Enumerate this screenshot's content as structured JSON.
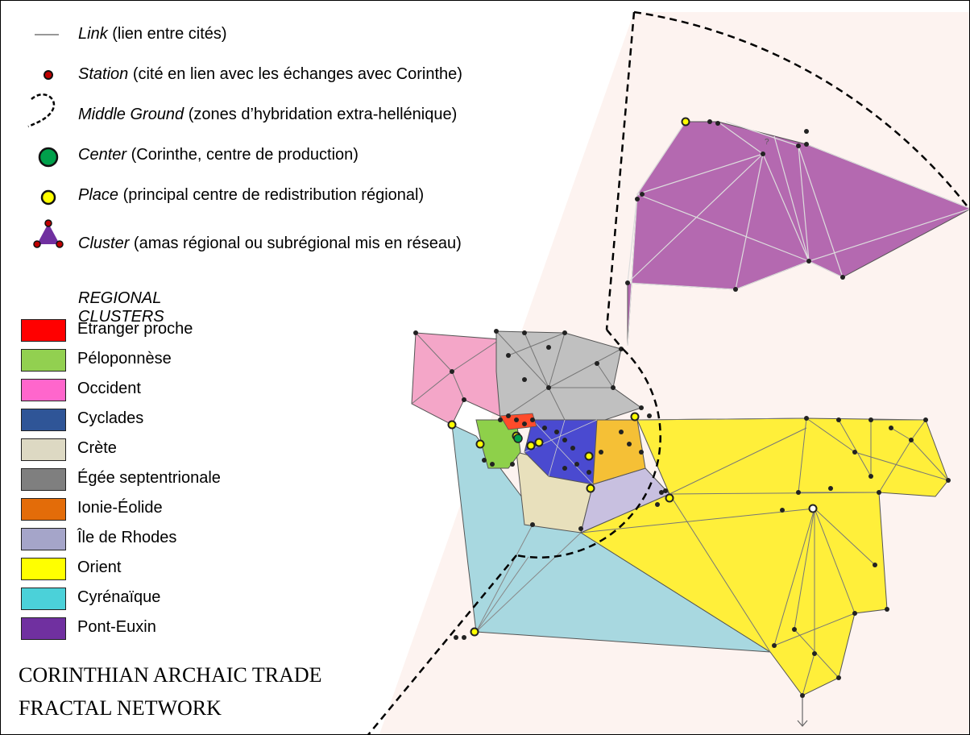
{
  "legend_symbols": [
    {
      "key": "link",
      "term": "Link",
      "desc": " (lien entre cités)"
    },
    {
      "key": "station",
      "term": "Station",
      "desc": " (cité en lien avec les échanges avec Corinthe)"
    },
    {
      "key": "middle_ground",
      "term": "Middle Ground",
      "desc": " (zones d’hybridation extra-hellénique)"
    },
    {
      "key": "center",
      "term": "Center",
      "desc": " (Corinthe, centre de production)"
    },
    {
      "key": "place",
      "term": "Place",
      "desc": " (principal centre de redistribution régional)"
    },
    {
      "key": "cluster",
      "term": "Cluster",
      "desc": " (amas régional  ou subrégional  mis en réseau)"
    }
  ],
  "regional_clusters_title": "REGIONAL CLUSTERS",
  "regional_clusters": [
    {
      "label": "Etranger proche",
      "color": "#ff0000"
    },
    {
      "label": "Péloponnèse",
      "color": "#92d050"
    },
    {
      "label": "Occident",
      "color": "#ff66cc"
    },
    {
      "label": "Cyclades",
      "color": "#2f5597"
    },
    {
      "label": "Crète",
      "color": "#ddd9c3"
    },
    {
      "label": "Égée septentrionale",
      "color": "#7f7f7f"
    },
    {
      "label": "Ionie-Éolide",
      "color": "#e36c09"
    },
    {
      "label": "Île de Rhodes",
      "color": "#a5a5c9"
    },
    {
      "label": "Orient",
      "color": "#ffff00"
    },
    {
      "label": "Cyrénaïque",
      "color": "#4bd1d9"
    },
    {
      "label": "Pont-Euxin",
      "color": "#7030a0"
    }
  ],
  "figure_title": [
    "CORINTHIAN ARCHAIC TRADE",
    "FRACTAL NETWORK"
  ],
  "colors": {
    "pont_euxin_fill": "#b469b0",
    "occident_fill": "#f4a6c8",
    "egee_fill": "#c0c0c0",
    "cyrenaique_fill": "#a8d8e0",
    "orient_fill": "#ffef3a",
    "cyclades_fill": "#4a4ad0",
    "crete_fill": "#e8e0bc",
    "rhodes_fill": "#c8c0e0",
    "ionie_fill": "#f5c036",
    "peloponnese_fill": "#8ed04a",
    "sector_fill": "#fdf3f0",
    "station": "#222222",
    "place": "#ffff00",
    "center": "#00a04b"
  },
  "question_mark": "?"
}
